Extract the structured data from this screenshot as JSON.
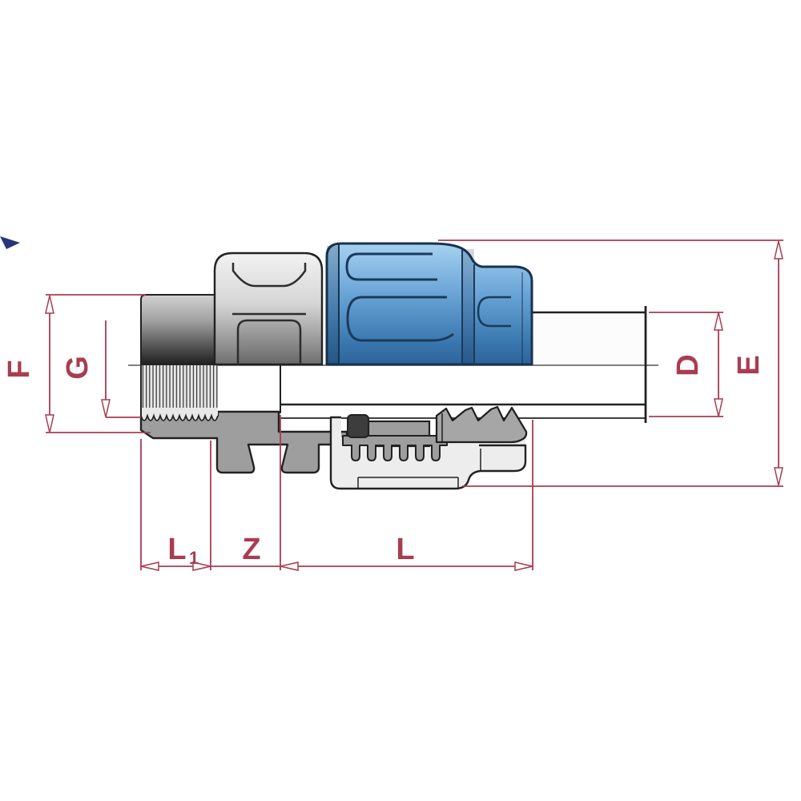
{
  "diagram": {
    "labels": {
      "F": "F",
      "G": "G",
      "D": "D",
      "E": "E",
      "L1_base": "L",
      "L1_sub": "1",
      "Z": "Z",
      "L": "L"
    },
    "colors": {
      "dimension": "#a83d52",
      "nut_blue_light": "#a6d2f0",
      "nut_blue_dark": "#2d639a",
      "body_gray": "#9e9e9e",
      "shell_gray": "#ededed",
      "seal": "#3d3d3d",
      "outline": "#222222",
      "cursor": "#26337e",
      "background": "#ffffff"
    }
  }
}
